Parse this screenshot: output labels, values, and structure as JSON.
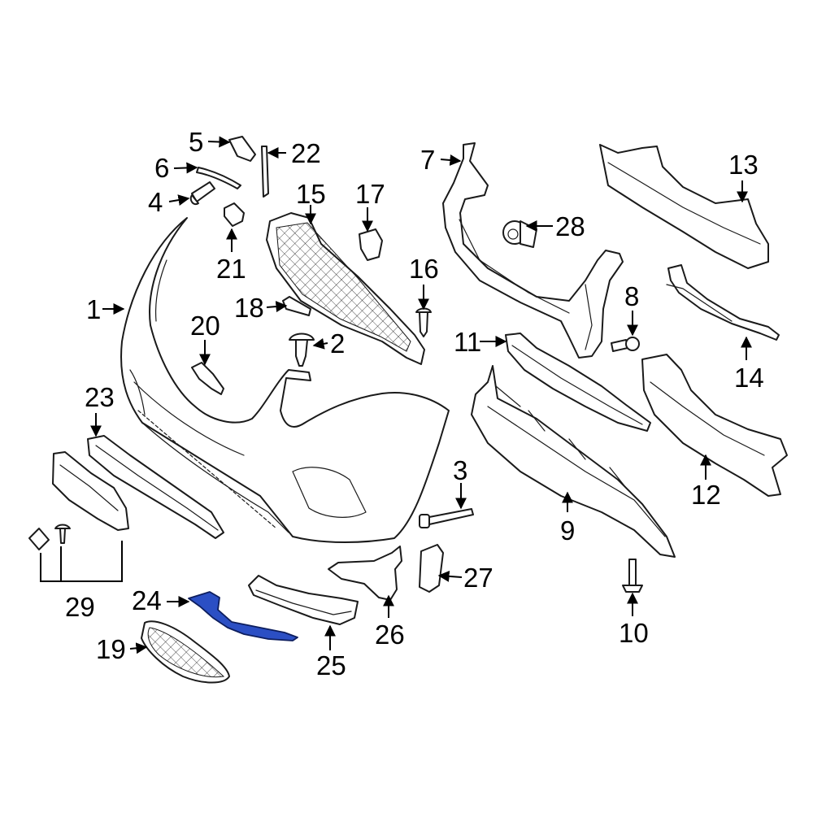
{
  "diagram": {
    "highlight_color": "#2b4fc4",
    "highlighted_part": "24",
    "callouts": {
      "c1": "1",
      "c2": "2",
      "c3": "3",
      "c4": "4",
      "c5": "5",
      "c6": "6",
      "c7": "7",
      "c8": "8",
      "c9": "9",
      "c10": "10",
      "c11": "11",
      "c12": "12",
      "c13": "13",
      "c14": "14",
      "c15": "15",
      "c16": "16",
      "c17": "17",
      "c18": "18",
      "c19": "19",
      "c20": "20",
      "c21": "21",
      "c22": "22",
      "c23": "23",
      "c24": "24",
      "c25": "25",
      "c26": "26",
      "c27": "27",
      "c28": "28",
      "c29": "29"
    }
  }
}
